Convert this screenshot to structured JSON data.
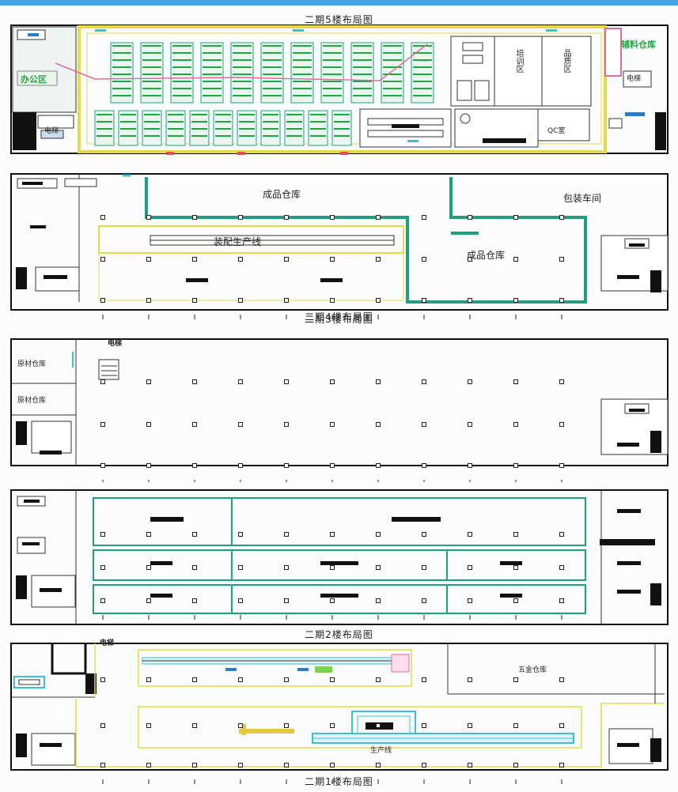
{
  "colors": {
    "accent": "#41a6e6",
    "wall": "#111111",
    "zone_yellow": "#e6d94a",
    "zone_green": "#1ea080",
    "zone_cyan": "#39c0d6",
    "label_green": "#1fa640"
  },
  "floors": [
    {
      "title": "二期5楼布局图",
      "labels": {
        "right_top": "辅料仓库",
        "left_mid": "办公区",
        "left_low": "电梯",
        "right_low": "电梯",
        "v1": "培训区",
        "v2": "品质区",
        "room": "QC室"
      }
    },
    {
      "title": "二期4楼布局图",
      "labels": {
        "warehouse_top": "成品仓库",
        "prep": "包装车间",
        "line": "装配生产线",
        "warehouse_mid": "成品仓库"
      }
    },
    {
      "title": "二期3楼布局图",
      "labels": {
        "elevator": "电梯",
        "room1": "原材仓库",
        "room2": "原材仓库"
      }
    },
    {
      "title": "二期2楼布局图",
      "labels": {}
    },
    {
      "title": "二期1楼布局图",
      "labels": {
        "elevator": "电梯",
        "warehouse": "五金仓库",
        "line": "生产线"
      }
    }
  ]
}
